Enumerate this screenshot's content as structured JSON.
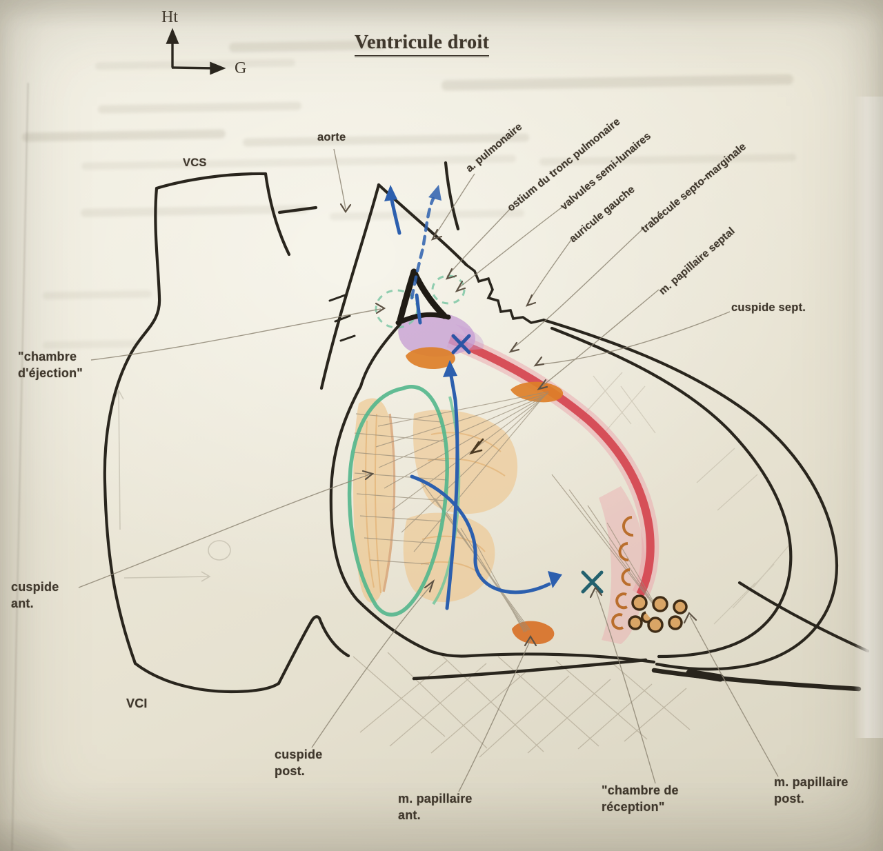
{
  "page": {
    "kind": "photographed hand-drawn anatomy diagram",
    "title": "Ventricule droit"
  },
  "axes": {
    "vertical": "Ht",
    "horizontal": "G"
  },
  "labels": {
    "vcs": "VCS",
    "aorte": "aorte",
    "a_pulmonaire": "a. pulmonaire",
    "ostium_tronc_pulmonaire": "ostium du tronc pulmonaire",
    "valvules_semi_lunaires": "valvules semi-lunaires",
    "auricule_gauche": "auricule gauche",
    "trabecule_septo_marginale": "trabécule septo-marginale",
    "m_papillaire_septal": "m. papillaire septal",
    "cuspide_sept": "cuspide sept.",
    "chambre_ejection": "\"chambre\nd'éjection\"",
    "cuspide_ant": "cuspide\nant.",
    "vci": "VCI",
    "cuspide_post": "cuspide\npost.",
    "m_papillaire_ant": "m. papillaire\nant.",
    "chambre_reception": "\"chambre de\nréception\"",
    "m_papillaire_post": "m. papillaire\npost."
  },
  "colors": {
    "ink_outline": "#29251d",
    "pencil_leader": "#8f8775",
    "red_band": "#d5424e",
    "pink_halo": "#eba3ab",
    "green_annulus": "#52b68c",
    "green_dashed_valves": "#7cc7a4",
    "blue_flow": "#2c5fae",
    "teal_x_mark": "#23616e",
    "orange_papillary": "#dd7f28",
    "tan_cusp": "#eec388",
    "purple_ostium": "#c79fd3",
    "paper": "#ece8d9",
    "label_text": "#3f372c"
  }
}
